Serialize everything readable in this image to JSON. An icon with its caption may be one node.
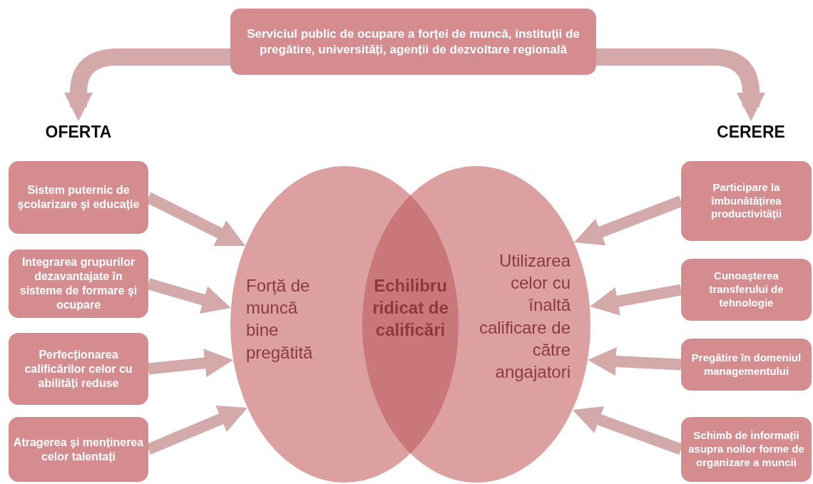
{
  "diagram": {
    "nodes": [
      {
        "text": [
          "Serviciul public de ocupare a forței de muncă, instituții de pregătire, universități, agenții de dezvoltare regională"
        ]
      },
      {
        "text": [
          "OFERTA"
        ]
      },
      {
        "text": [
          "CERERE"
        ]
      },
      {
        "text": [
          "Sistem puternic de şcolarizare şi educație"
        ]
      },
      {
        "text": [
          "Integrarea grupurilor dezavantajate în sisteme de formare şi ocupare"
        ]
      },
      {
        "text": [
          "Perfecționarea calificărilor celor cu abilități reduse"
        ]
      },
      {
        "text": [
          "Atragerea şi menținerea celor talentați"
        ]
      },
      {
        "text": [
          "Forță de muncă bine pregătită"
        ]
      },
      {
        "text": [
          "Echilibru ridicat de calificări"
        ]
      },
      {
        "text": [
          "Utilizarea celor cu înaltă calificare de către angajatori"
        ]
      },
      {
        "text": [
          "Participare la îmbunătățirea productivității"
        ]
      },
      {
        "text": [
          "Cunoaşterea transferului de tehnologie"
        ]
      },
      {
        "text": [
          "Pregătire în domeniul managementului"
        ]
      },
      {
        "text": [
          "Schimb de informații asupra noilor forme de organizare a muncii"
        ]
      }
    ],
    "edges": [
      {
        "from": 0,
        "to": 1,
        "arrow": "to"
      },
      {
        "from": 0,
        "to": 2,
        "arrow": "to"
      },
      {
        "from": 3,
        "to": 7,
        "arrow": "to"
      },
      {
        "from": 4,
        "to": 7,
        "arrow": "to"
      },
      {
        "from": 5,
        "to": 7,
        "arrow": "to"
      },
      {
        "from": 6,
        "to": 7,
        "arrow": "to"
      },
      {
        "from": 10,
        "to": 9,
        "arrow": "to"
      },
      {
        "from": 11,
        "to": 9,
        "arrow": "to"
      },
      {
        "from": 12,
        "to": 9,
        "arrow": "to"
      },
      {
        "from": 13,
        "to": 9,
        "arrow": "to"
      }
    ]
  }
}
